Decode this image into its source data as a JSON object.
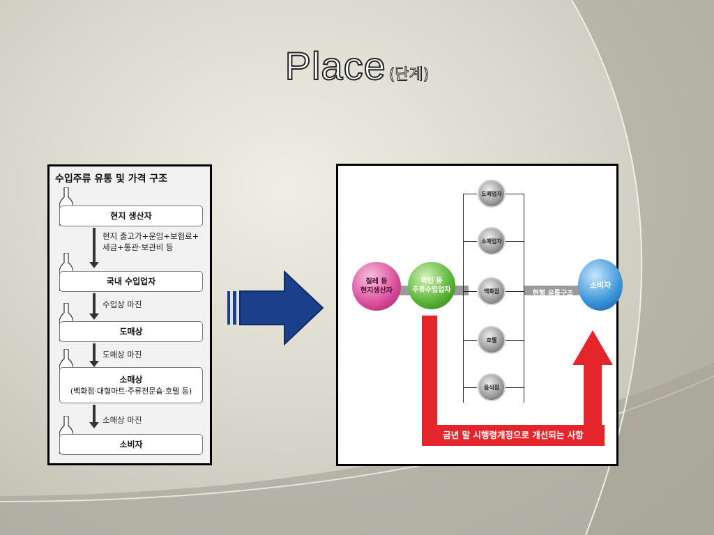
{
  "title": {
    "main": "Place",
    "sub": "(단계)"
  },
  "left_panel": {
    "header": "수입주류 유통 및 가격 구조",
    "stages": [
      {
        "label": "현지 생산자"
      },
      {
        "label": "국내 수입업자"
      },
      {
        "label": "도매상"
      },
      {
        "label": "소매상",
        "sub": "(백화점·대형마트·주류전문숍·호텔 등)"
      },
      {
        "label": "소비자"
      }
    ],
    "notes": [
      "현지 출고가+운임+보험료+",
      "세금+통관·보관비 등",
      "수입상 마진",
      "도매상 마진",
      "소매상 마진"
    ]
  },
  "right_panel": {
    "producer": [
      "칠레 등",
      "현지생산자"
    ],
    "importer": [
      "와인 등",
      "주류수입업자"
    ],
    "channels": [
      "도매업자",
      "소매업자",
      "백화점",
      "호텔",
      "음식점"
    ],
    "current_label": "현행 유통구조",
    "consumer": "소비자",
    "bottom_banner": "금년 말 시행령개정으로 개선되는 사항"
  },
  "colors": {
    "dark_blue": "#1b3f8a",
    "red": "#e4252b",
    "pink": "#d94a9a",
    "green": "#55b233",
    "blue": "#3a93d8"
  }
}
